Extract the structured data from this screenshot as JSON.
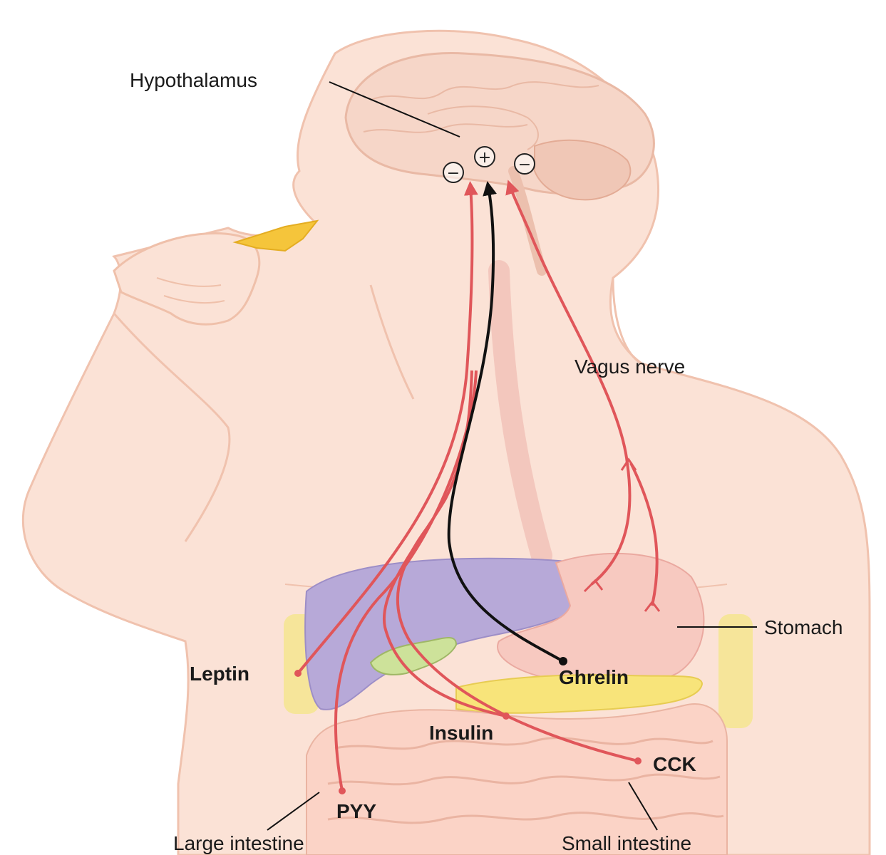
{
  "labels": {
    "hypothalamus": "Hypothalamus",
    "vagus_nerve": "Vagus nerve",
    "stomach": "Stomach",
    "leptin": "Leptin",
    "ghrelin": "Ghrelin",
    "insulin": "Insulin",
    "cck": "CCK",
    "pyy": "PYY",
    "large_intestine": "Large intestine",
    "small_intestine": "Small intestine"
  },
  "symbols": {
    "inhibit": "−",
    "stimulate": "+"
  },
  "colors": {
    "skin": "#fbe2d6",
    "skin_outline": "#f0c2ae",
    "liver": "#b7a9d8",
    "stomach": "#f7c9c0",
    "pancreas": "#f8e47a",
    "food": "#f5c53b",
    "inhibitory_signal": "#e0565a",
    "stimulatory_signal": "#111111"
  }
}
